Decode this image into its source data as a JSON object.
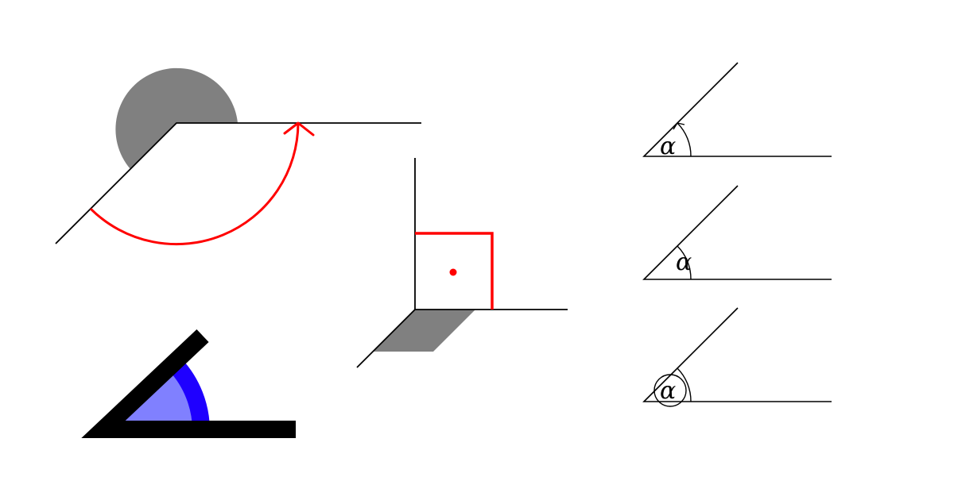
{
  "colors": {
    "line": "#000000",
    "red": "#ff0000",
    "gray": "#808080",
    "blue": "#1f00ff",
    "light_blue": "#8080ff"
  },
  "angle_labels": {
    "alpha_1": "α",
    "alpha_2": "α",
    "alpha_3": "α"
  }
}
